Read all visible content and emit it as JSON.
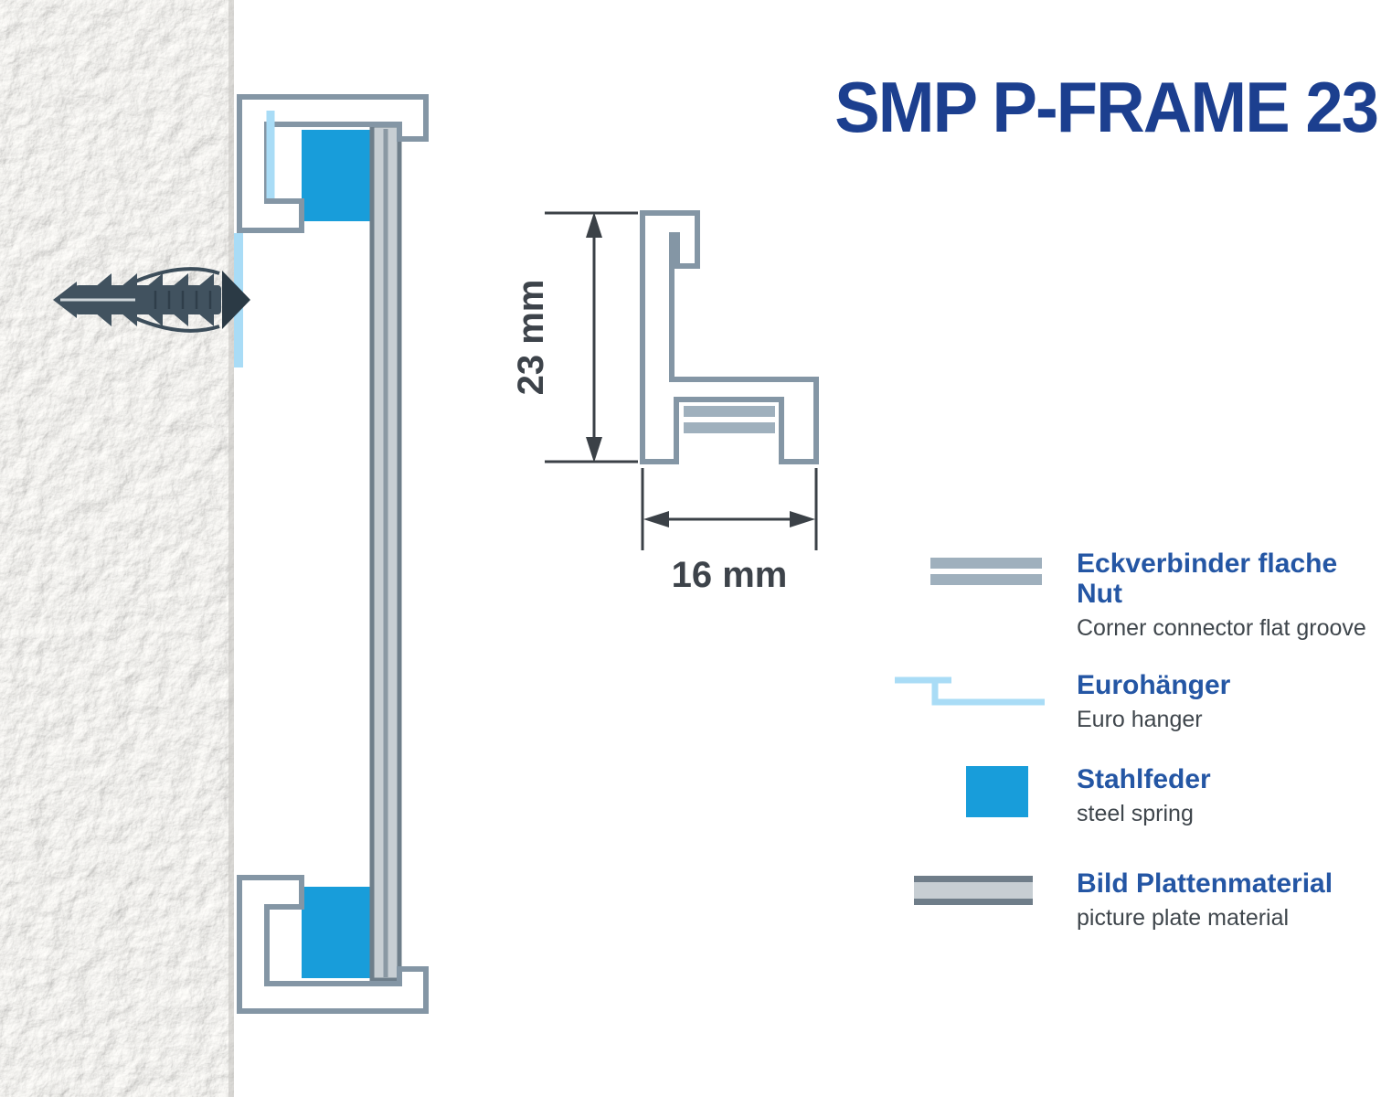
{
  "title": "SMP P-FRAME 23",
  "diagram": {
    "dim_height": "23 mm",
    "dim_width": "16 mm",
    "profile_height_mm": 23,
    "profile_width_mm": 16
  },
  "legend": [
    {
      "icon": "corner-connector-icon",
      "label_de": "Eckverbinder flache Nut",
      "label_en": "Corner connector flat groove"
    },
    {
      "icon": "euro-hanger-icon",
      "label_de": "Eurohänger",
      "label_en": "Euro hanger"
    },
    {
      "icon": "steel-spring-icon",
      "label_de": "Stahlfeder",
      "label_en": "steel spring"
    },
    {
      "icon": "plate-material-icon",
      "label_de": "Bild Plattenmaterial",
      "label_en": "picture plate material"
    }
  ],
  "colors": {
    "title_blue": "#1c3f8f",
    "legend_label_blue": "#2456a4",
    "steel_spring_blue": "#189dda",
    "euro_hanger_light_blue": "#a9dcf6",
    "profile_outline_gray": "#8496a5",
    "plate_gray": "#c7ced3",
    "anchor_dark": "#41525f",
    "dimension_text_gray": "#3d434a"
  }
}
